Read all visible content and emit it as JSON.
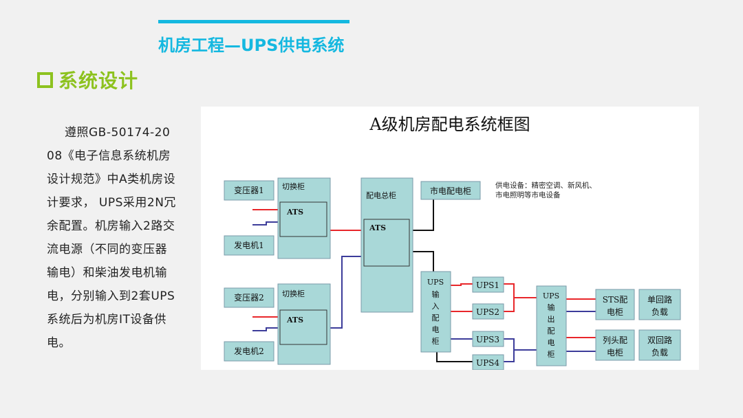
{
  "header": {
    "title": "机房工程—UPS供电系统",
    "section": "系统设计"
  },
  "body_text": "遵照GB-50174-2008《电子信息系统机房设计规范》中A类机房设计要求， UPS采用2N冗余配置。机房输入2路交流电源（不同的变压器输电）和柴油发电机输电，分别输入到2套UPS系统后为机房IT设备供电。",
  "colors": {
    "accent": "#14b8e0",
    "section": "#8dc21f",
    "box": "#a9d8d8",
    "line_red": "#e8262a",
    "line_blue": "#3c3c9a",
    "line_black": "#111111"
  },
  "diagram": {
    "title": "A级机房配电系统框图",
    "transformer1": "变压器1",
    "transformer2": "变压器2",
    "generator1": "发电机1",
    "generator2": "发电机2",
    "switch_cabinet": "切换柜",
    "ats": "ATS",
    "main_cabinet": "配电总柜",
    "city_cabinet": "市电配电柜",
    "note_line1": "供电设备：精密空调、新风机、",
    "note_line2": "市电照明等市电设备",
    "ups_in": [
      "UPS",
      "输",
      "入",
      "配",
      "电",
      "柜"
    ],
    "ups1": "UPS1",
    "ups2": "UPS2",
    "ups3": "UPS3",
    "ups4": "UPS4",
    "ups_out": [
      "UPS",
      "输",
      "出",
      "配",
      "电",
      "柜"
    ],
    "sts": [
      "STS配",
      "电柜"
    ],
    "col_head": [
      "列头配",
      "电柜"
    ],
    "single_load": [
      "单回路",
      "负载"
    ],
    "dual_load": [
      "双回路",
      "负载"
    ]
  }
}
